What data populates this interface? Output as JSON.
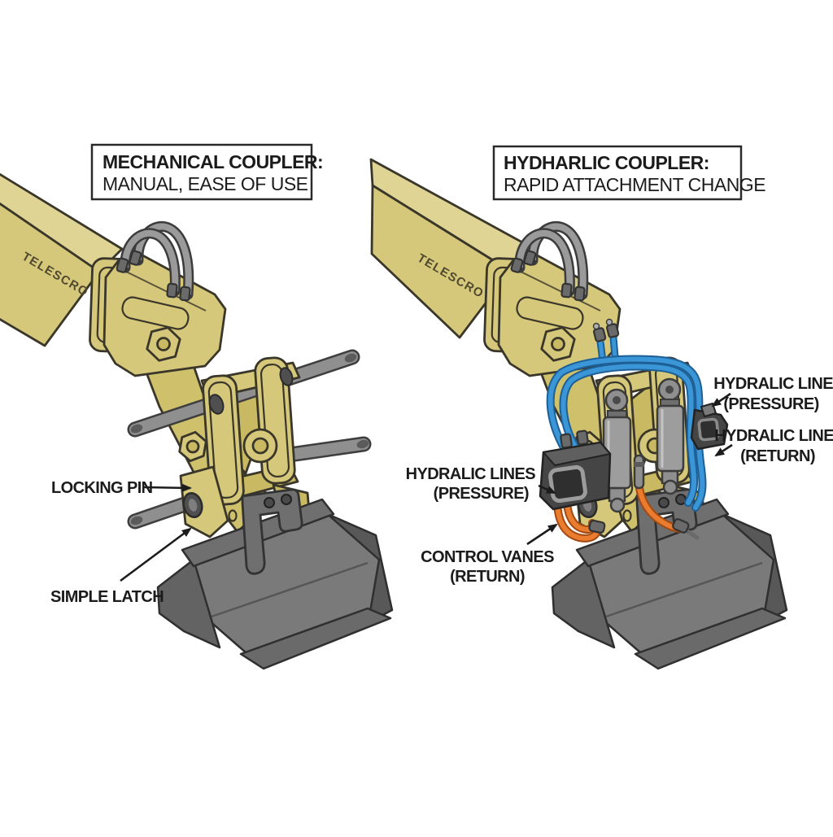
{
  "diagram": {
    "background": "#ffffff",
    "left": {
      "title_line1": "MECHANICAL COUPLER:",
      "title_line2": "MANUAL, EASE OF USE",
      "boom_text": "TELESCRO BOOM",
      "label_locking_pin": "LOCKING PIN",
      "label_simple_latch": "SIMPLE LATCH"
    },
    "right": {
      "title_line1": "HYDHARLIC COUPLER:",
      "title_line2": "RAPID ATTACHMENT CHANGE",
      "boom_text": "TELESCRO BOOM",
      "label_pressure_right_1": "HYDRALIC LINES",
      "label_pressure_right_2": "(PRESSURE)",
      "label_return_right_1": "HYDRALIC LINES",
      "label_return_right_2": "(RETURN)",
      "label_pressure_left_1": "HYDRALIC LINES",
      "label_pressure_left_2": "(PRESSURE)",
      "label_control_vanes_1": "CONTROL VANES",
      "label_control_vanes_2": "(RETURN)"
    },
    "colors": {
      "boom_yellow": "#d6c87a",
      "boom_yellow_light": "#e0d494",
      "boom_yellow_dark": "#c8b962",
      "outline": "#3a372a",
      "steel_gray": "#8f8f8f",
      "bucket_gray": "#7a7a7a",
      "hose_blue": "#3a96d6",
      "hose_orange": "#e97c2e",
      "manifold_dark": "#454545",
      "text_dark": "#1b1b1b"
    }
  }
}
